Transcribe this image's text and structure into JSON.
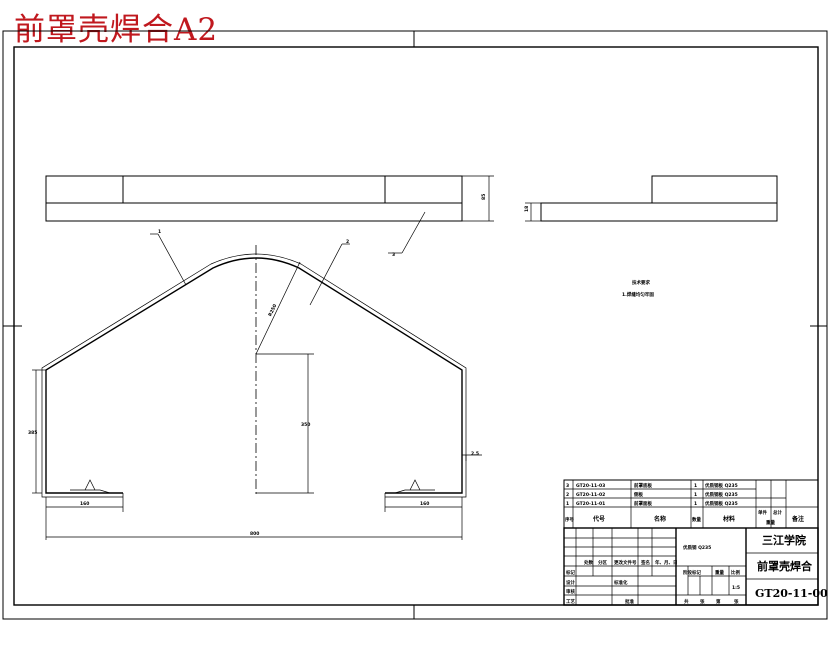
{
  "title": "前罩壳焊合A2",
  "drawing": {
    "dim_height_top": "85",
    "dim_height_side": "18",
    "dim_left_height": "385",
    "dim_center_height": "350",
    "dim_radius": "R250",
    "dim_thickness": "2.5",
    "dim_foot_left": "160",
    "dim_foot_right": "160",
    "dim_overall_width": "800",
    "balloon_1": "1",
    "balloon_2": "2",
    "balloon_3": "3"
  },
  "notes": {
    "heading": "技术要求",
    "line1": "1.焊缝均匀牢固"
  },
  "parts_list": {
    "rows": [
      {
        "seq": "3",
        "code": "GT20-11-03",
        "name": "前罩底板",
        "qty": "1",
        "material": "优质钢板 Q235"
      },
      {
        "seq": "2",
        "code": "GT20-11-02",
        "name": "侧板",
        "qty": "1",
        "material": "优质钢板 Q235"
      },
      {
        "seq": "1",
        "code": "GT20-11-01",
        "name": "前罩面板",
        "qty": "1",
        "material": "优质钢板 Q235"
      }
    ],
    "headers": {
      "seq": "序号",
      "code": "代号",
      "name": "名称",
      "qty": "数量",
      "material": "材料",
      "unit_weight": "单件",
      "total_weight": "总计",
      "weight": "重量",
      "remark": "备注"
    }
  },
  "title_block": {
    "school": "三江学院",
    "part_name": "前罩壳焊合",
    "drawing_number": "GT20-11-00",
    "material_mark": "优质钢 Q235",
    "scale": "1:5",
    "labels": {
      "mark": "标记",
      "count": "处数",
      "zone": "分区",
      "change_doc": "更改文件号",
      "sign": "签名",
      "date": "年、月、日",
      "design": "设计",
      "standardize": "标准化",
      "review": "审核",
      "process": "工艺",
      "approve": "批准",
      "stage_mark": "阶段标记",
      "weight": "重量",
      "ratio": "比例",
      "sheets_total": "共",
      "sheet": "张",
      "sheet_no": "第"
    }
  }
}
